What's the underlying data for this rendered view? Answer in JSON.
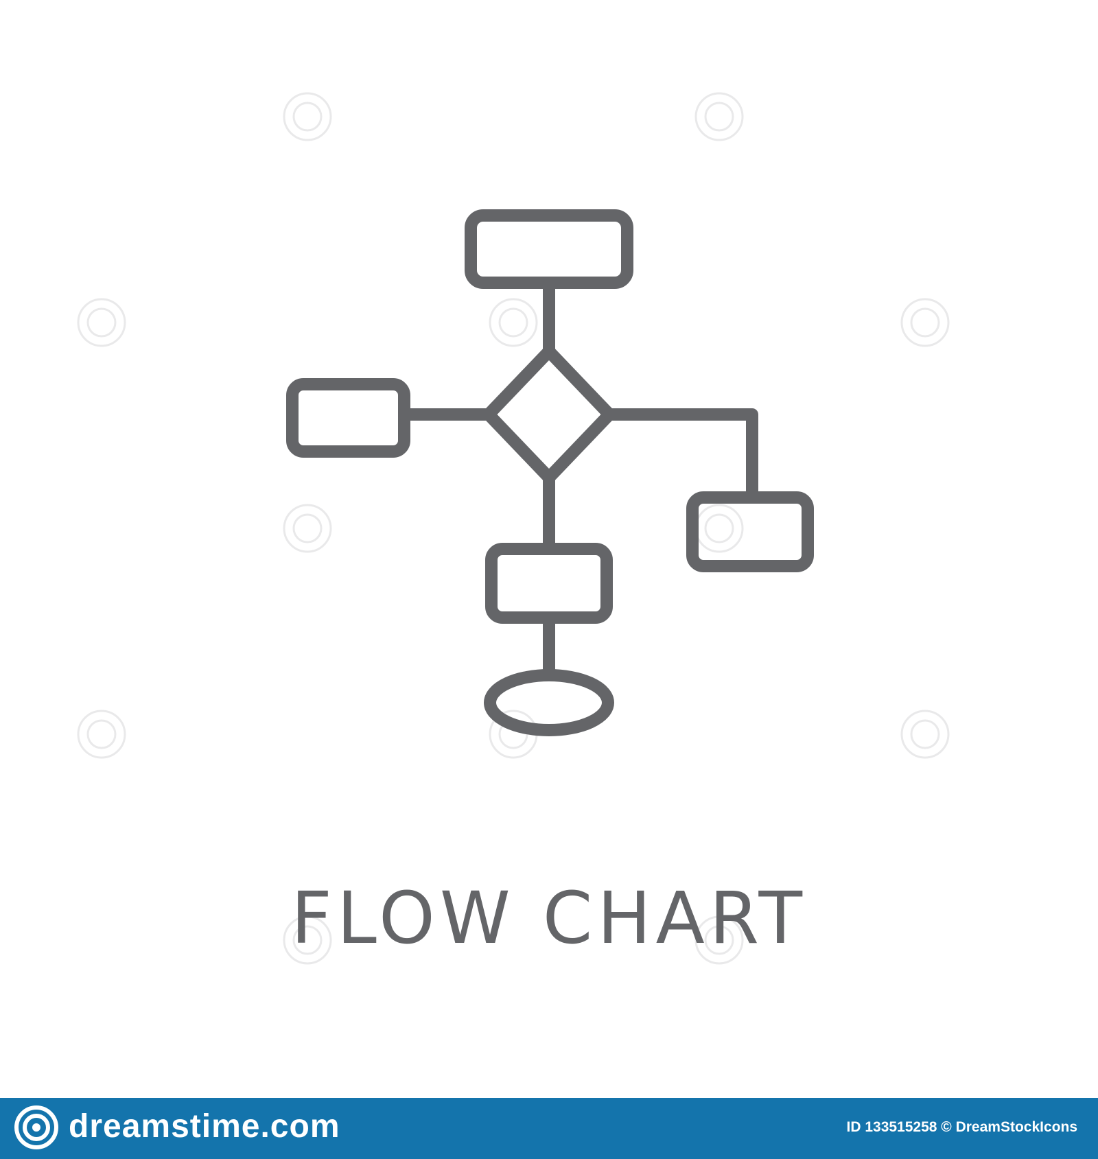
{
  "icon": {
    "name": "flow-chart-icon",
    "stroke_color": "#646568"
  },
  "caption": "FLOW CHART",
  "watermark": {
    "text": "dreamstime.com"
  },
  "footer": {
    "background_color": "#1474ac",
    "logo": "dreamstime-spiral-logo",
    "site": "dreamstime.com",
    "credit": "ID 133515258 © DreamStockIcons"
  }
}
